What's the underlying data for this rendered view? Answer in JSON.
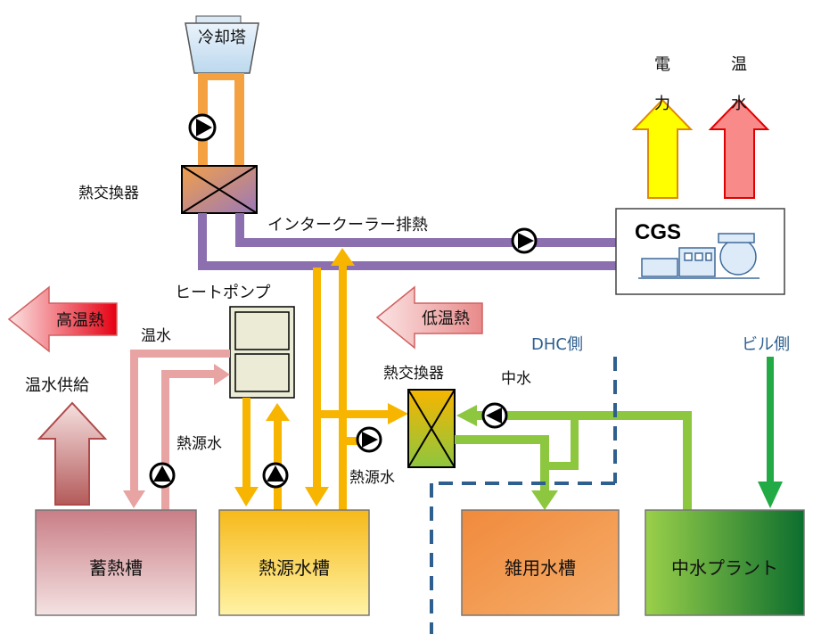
{
  "labels": {
    "cooling_tower": "冷却塔",
    "hx_top": "熱交換器",
    "intercooler": "インタークーラー排熱",
    "cgs": "CGS",
    "power": "電力",
    "hot_water_out": "温水",
    "heat_pump": "ヒートポンプ",
    "high_temp_heat": "高温熱",
    "low_temp_heat": "低温熱",
    "warm_water": "温水",
    "warm_water_supply": "温水供給",
    "heat_source_water_left": "熱源水",
    "hx_mid": "熱交換器",
    "gray_water": "中水",
    "heat_source_water_mid": "熱源水",
    "dhc_side": "DHC側",
    "building_side": "ビル側",
    "tank_storage": "蓄熱槽",
    "tank_heat_source": "熱源水槽",
    "tank_misc_water": "雑用水槽",
    "tank_gray_plant": "中水プラント"
  },
  "colors": {
    "orange_pipe": "#f4a142",
    "purple_pipe": "#8b6fae",
    "yellow_pipe": "#f7b500",
    "pink_pipe": "#e8a3a3",
    "green_pipe": "#8dc63f",
    "dark_green": "#22aa44",
    "dhc_line": "#2e5f8e"
  }
}
